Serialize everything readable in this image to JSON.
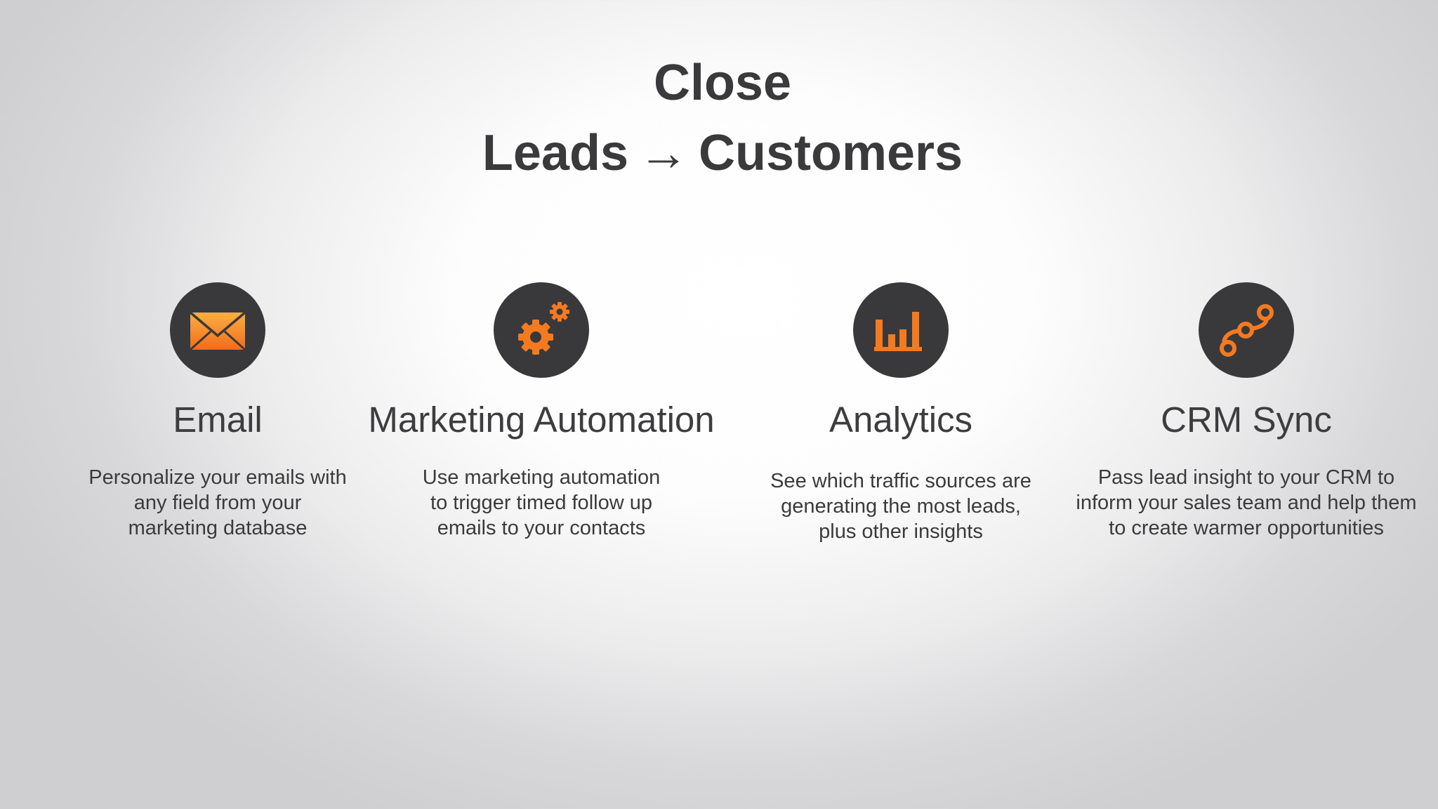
{
  "title": {
    "line1": "Close",
    "line2_left": "Leads",
    "line2_arrow": "→",
    "line2_right": "Customers"
  },
  "colors": {
    "text": "#3a3a3c",
    "icon_circle": "#39393b",
    "icon_accent": "#f47a20"
  },
  "features": [
    {
      "icon": "envelope-icon",
      "title": "Email",
      "desc_lines": [
        "Personalize your emails with",
        "any field from your",
        "marketing database"
      ]
    },
    {
      "icon": "gears-icon",
      "title": "Marketing Automation",
      "desc_lines": [
        "Use marketing automation",
        "to trigger timed follow up",
        "emails to your contacts"
      ]
    },
    {
      "icon": "bar-chart-icon",
      "title": "Analytics",
      "desc_lines": [
        "See which traffic sources are",
        "generating the most leads,",
        "plus other insights"
      ]
    },
    {
      "icon": "connected-nodes-icon",
      "title": "CRM Sync",
      "desc_lines": [
        "Pass lead insight to your CRM to",
        "inform your sales team and help them",
        "to create warmer opportunities"
      ]
    }
  ]
}
